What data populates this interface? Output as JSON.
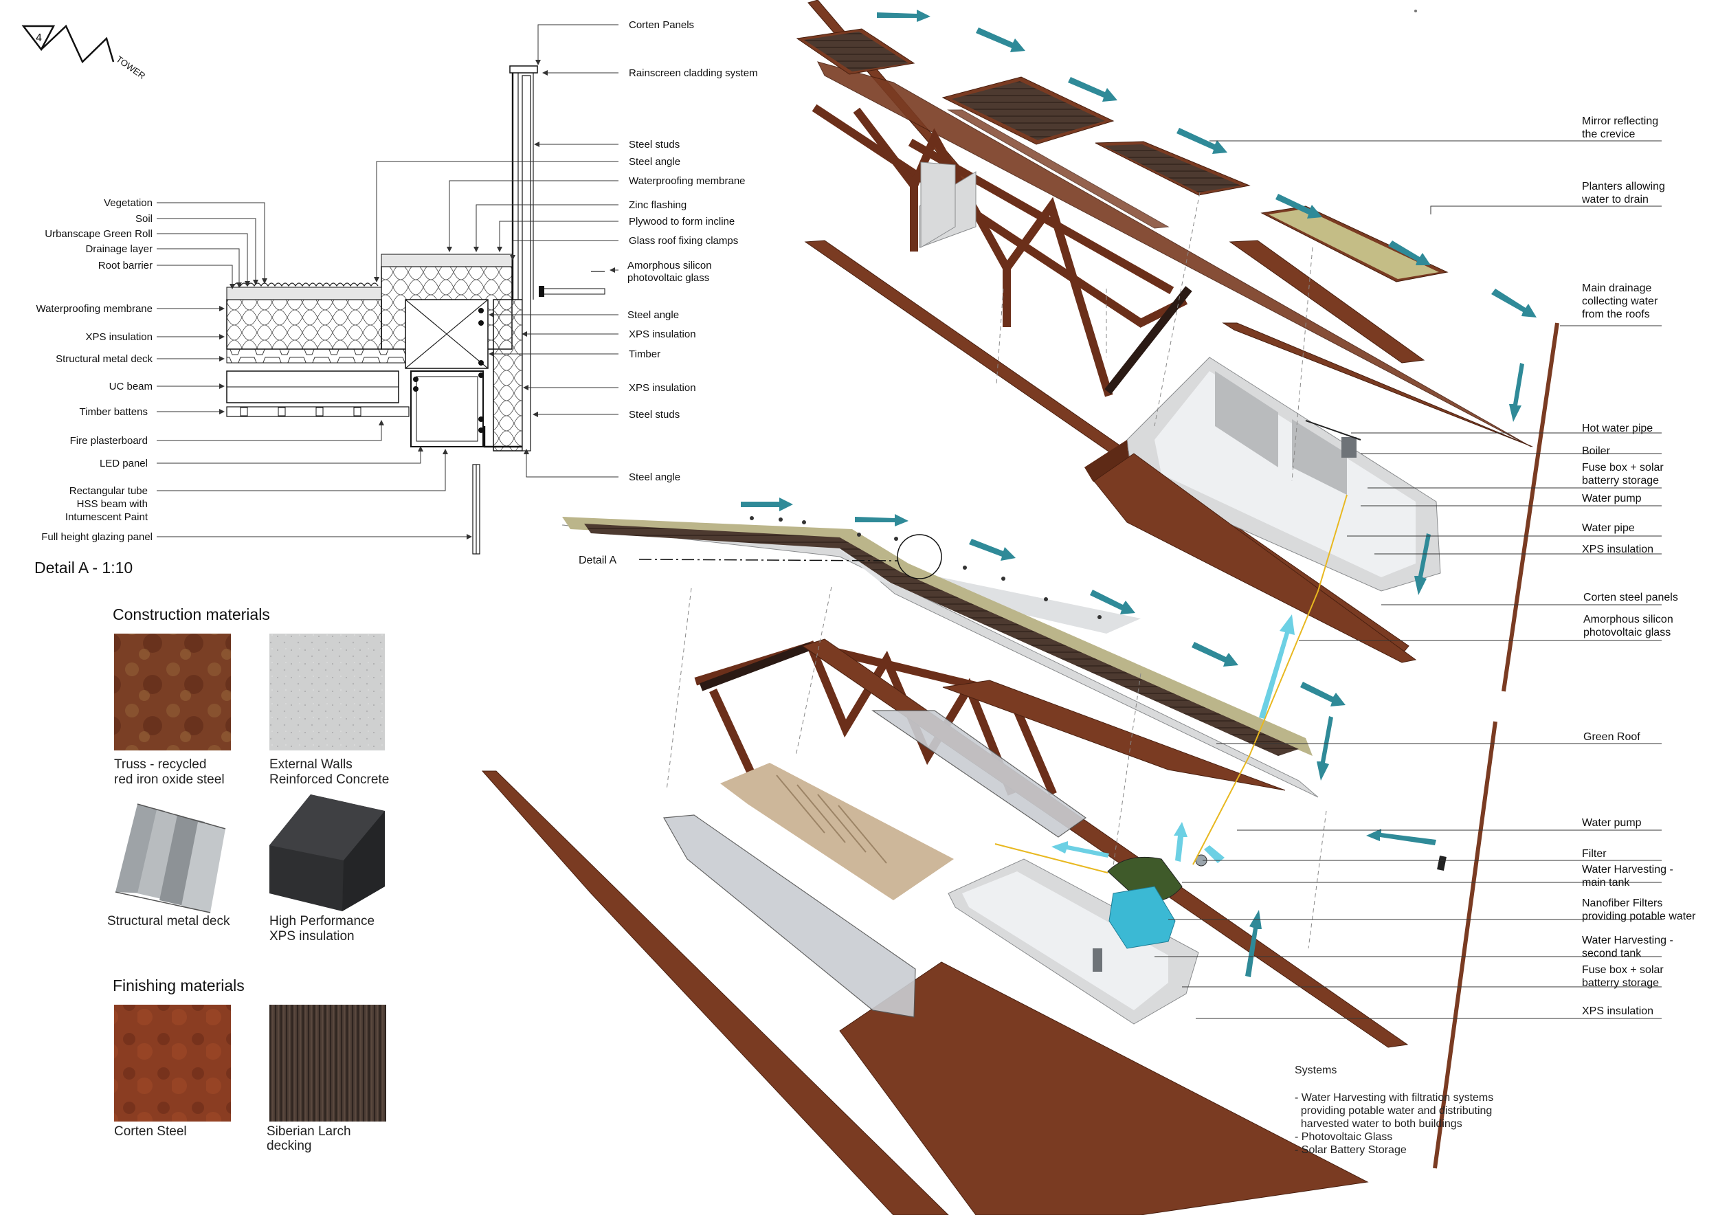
{
  "logo": {
    "number": "4",
    "word": "TOWER"
  },
  "detail": {
    "title": "Detail A - 1:10",
    "left_labels": [
      "Vegetation",
      "Soil",
      "Urbanscape Green Roll",
      "Drainage layer",
      "Root barrier",
      "Waterproofing membrane",
      "XPS insulation",
      "Structural metal deck",
      "UC beam",
      "Timber battens",
      "Fire plasterboard",
      "LED panel",
      "Rectangular tube",
      "HSS beam with",
      "Intumescent Paint",
      "Full height glazing panel"
    ],
    "right_labels": [
      "Corten Panels",
      "Rainscreen cladding system",
      "Steel studs",
      "Steel angle",
      "Waterproofing membrane",
      "Zinc flashing",
      "Plywood to form incline",
      "Glass roof fixing clamps",
      "Amorphous silicon",
      "photovoltaic glass",
      "Steel angle",
      "XPS insulation",
      "Timber",
      "XPS insulation",
      "Steel studs",
      "Steel angle"
    ]
  },
  "materials": {
    "construction_heading": "Construction materials",
    "construction": [
      {
        "line1": "Truss - recycled",
        "line2": "red iron oxide steel"
      },
      {
        "line1": "External Walls",
        "line2": "Reinforced Concrete"
      },
      {
        "line1": "Structural metal deck",
        "line2": ""
      },
      {
        "line1": "High Performance",
        "line2": "XPS insulation"
      }
    ],
    "finishing_heading": "Finishing materials",
    "finishing": [
      {
        "line1": "Corten Steel",
        "line2": ""
      },
      {
        "line1": "Siberian Larch",
        "line2": "decking"
      }
    ]
  },
  "exploded": {
    "detail_callout": "Detail A",
    "labels": [
      "Mirror reflecting",
      "the crevice",
      "Planters allowing",
      "water to drain",
      "Main drainage",
      "collecting water",
      "from the roofs",
      "Hot water pipe",
      "Boiler",
      "Fuse box + solar",
      "batterry storage",
      "Water pump",
      "Water pipe",
      "XPS insulation",
      "Corten steel panels",
      "Amorphous silicon",
      "photovoltaic glass",
      "Green Roof",
      "Water pump",
      "Filter",
      "Water Harvesting -",
      "main tank",
      "Nanofiber Filters",
      "providing potable water",
      "Water Harvesting -",
      "second tank",
      "Fuse box + solar",
      "batterry storage",
      "XPS insulation"
    ]
  },
  "systems": {
    "title": "Systems",
    "lines": [
      "- Water Harvesting with filtration systems",
      "  providing potable water and distributing",
      "  harvested water to both buildings",
      "- Photovoltaic Glass",
      "- Solar Battery Storage"
    ]
  },
  "colors": {
    "corten": "#7a3b22",
    "larch": "#4d3a30",
    "concrete": "#d9dadb",
    "green_roof": "#b8b48a",
    "flow_arrow": "#2f8a98",
    "pipe_arrow": "#6cd0e4"
  }
}
